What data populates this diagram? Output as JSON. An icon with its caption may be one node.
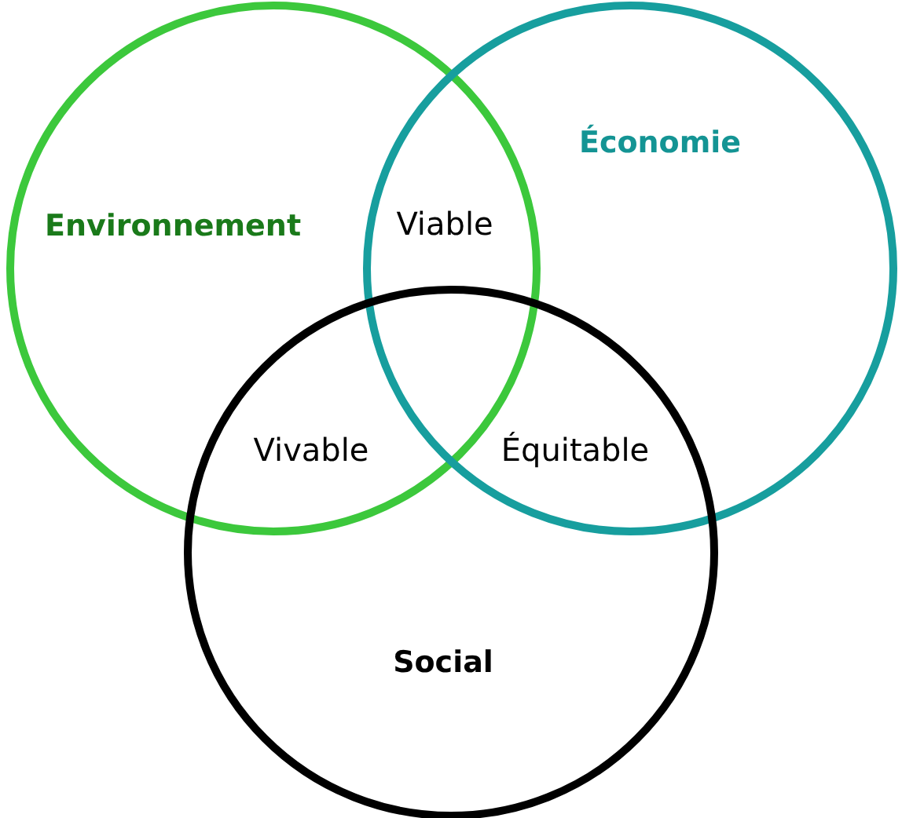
{
  "diagram": {
    "nodes": [
      {
        "text": [
          "Environnement"
        ]
      },
      {
        "text": [
          "Économie"
        ]
      },
      {
        "text": [
          "Social"
        ]
      }
    ],
    "labels": [
      "Viable",
      "Vivable",
      "Équitable"
    ]
  }
}
